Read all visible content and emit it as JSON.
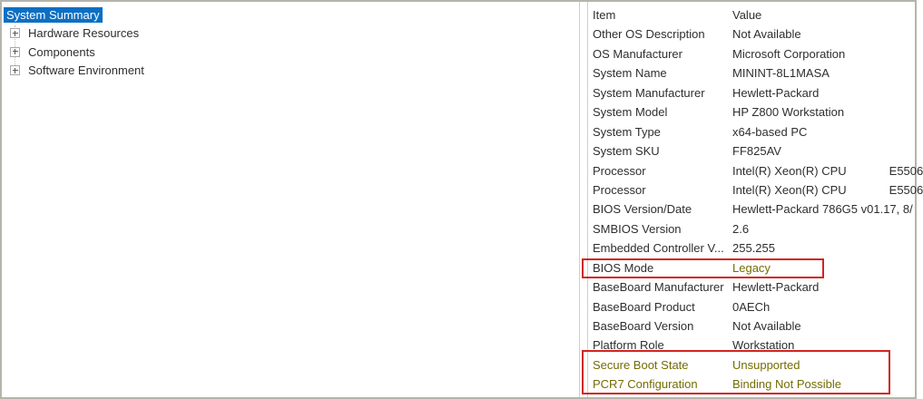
{
  "colors": {
    "selection_blue": "#0b6fc4",
    "annotation_red": "#d0241f",
    "emphasis_olive": "#746c00"
  },
  "sidebar": {
    "items": [
      {
        "label": "System Summary",
        "selected": true,
        "expandable": false
      },
      {
        "label": "Hardware Resources",
        "selected": false,
        "expandable": true
      },
      {
        "label": "Components",
        "selected": false,
        "expandable": true
      },
      {
        "label": "Software Environment",
        "selected": false,
        "expandable": true
      }
    ]
  },
  "details": {
    "columns": {
      "item": "Item",
      "value": "Value"
    },
    "rows": [
      {
        "item": "Other OS Description",
        "value": "Not Available"
      },
      {
        "item": "OS Manufacturer",
        "value": "Microsoft Corporation"
      },
      {
        "item": "System Name",
        "value": "MININT-8L1MASA"
      },
      {
        "item": "System Manufacturer",
        "value": "Hewlett-Packard"
      },
      {
        "item": "System Model",
        "value": "HP Z800 Workstation"
      },
      {
        "item": "System Type",
        "value": "x64-based PC"
      },
      {
        "item": "System SKU",
        "value": "FF825AV"
      },
      {
        "item": "Processor",
        "value": "Intel(R) Xeon(R) CPU             E5506"
      },
      {
        "item": "Processor",
        "value": "Intel(R) Xeon(R) CPU             E5506"
      },
      {
        "item": "BIOS Version/Date",
        "value": "Hewlett-Packard 786G5 v01.17, 8/"
      },
      {
        "item": "SMBIOS Version",
        "value": "2.6"
      },
      {
        "item": "Embedded Controller V...",
        "value": "255.255"
      },
      {
        "item": "BIOS Mode",
        "value": "Legacy",
        "value_emphasis": true
      },
      {
        "item": "BaseBoard Manufacturer",
        "value": "Hewlett-Packard"
      },
      {
        "item": "BaseBoard Product",
        "value": "0AECh"
      },
      {
        "item": "BaseBoard Version",
        "value": "Not Available"
      },
      {
        "item": "Platform Role",
        "value": "Workstation"
      },
      {
        "item": "Secure Boot State",
        "value": "Unsupported",
        "row_emphasis": true
      },
      {
        "item": "PCR7 Configuration",
        "value": "Binding Not Possible",
        "row_emphasis": true
      }
    ]
  }
}
